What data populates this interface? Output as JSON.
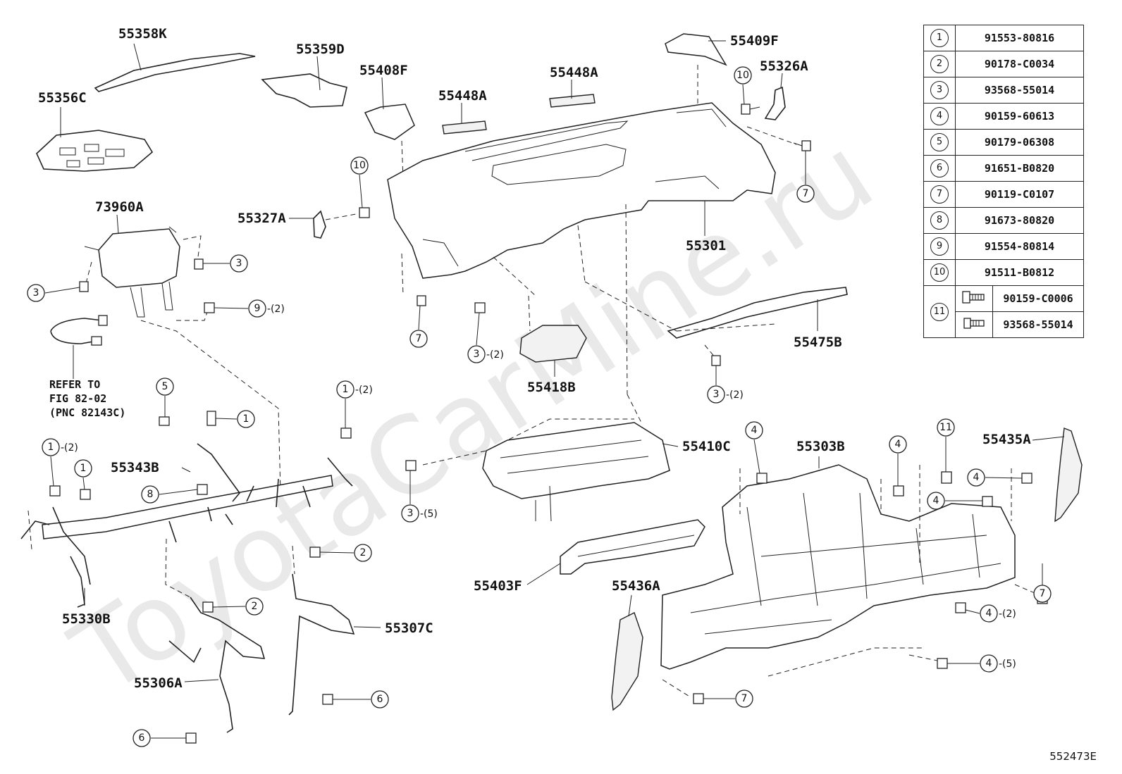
{
  "watermark": "ToyotaCarMine.ru",
  "drawing_number": "552473E",
  "refer_note": [
    "REFER TO",
    "FIG 82-02",
    "(PNC 82143C)"
  ],
  "part_labels": {
    "p55358K": "55358K",
    "p55359D": "55359D",
    "p55356C": "55356C",
    "p55408F": "55408F",
    "p55448A_1": "55448A",
    "p55448A_2": "55448A",
    "p55409F": "55409F",
    "p55326A": "55326A",
    "p73960A": "73960A",
    "p55327A": "55327A",
    "p55301": "55301",
    "p55475B": "55475B",
    "p55418B": "55418B",
    "p55410C": "55410C",
    "p55303B": "55303B",
    "p55435A": "55435A",
    "p55343B": "55343B",
    "p55330B": "55330B",
    "p55403F": "55403F",
    "p55436A": "55436A",
    "p55307C": "55307C",
    "p55306A": "55306A"
  },
  "callouts": {
    "c10a": "10",
    "c7a": "7",
    "c10b": "10",
    "c3a": "3",
    "c3b": "3",
    "c9": "9",
    "q9": "-(2)",
    "c7b": "7",
    "c3c": "3",
    "q3c": "-(2)",
    "c3d": "3",
    "q3d": "-(2)",
    "c5": "5",
    "c1a": "1",
    "c1b": "1",
    "q1b": "-(2)",
    "c1c": "1",
    "q1c": "-(2)",
    "c1d": "1",
    "c8": "8",
    "c3e": "3",
    "q3e": "-(5)",
    "c2a": "2",
    "c2b": "2",
    "c6a": "6",
    "c6b": "6",
    "c4a": "4",
    "c4b": "4",
    "c11": "11",
    "c4c": "4",
    "c4d": "4",
    "c7c": "7",
    "c4e": "4",
    "q4e": "-(2)",
    "c4f": "4",
    "q4f": "-(5)",
    "c7d": "7"
  },
  "legend": [
    {
      "num": "1",
      "part": "91553-80816"
    },
    {
      "num": "2",
      "part": "90178-C0034"
    },
    {
      "num": "3",
      "part": "93568-55014"
    },
    {
      "num": "4",
      "part": "90159-60613"
    },
    {
      "num": "5",
      "part": "90179-06308"
    },
    {
      "num": "6",
      "part": "91651-B0820"
    },
    {
      "num": "7",
      "part": "90119-C0107"
    },
    {
      "num": "8",
      "part": "91673-80820"
    },
    {
      "num": "9",
      "part": "91554-80814"
    },
    {
      "num": "10",
      "part": "91511-B0812"
    }
  ],
  "legend_11": {
    "num": "11",
    "parts": [
      "90159-C0006",
      "93568-55014"
    ],
    "icons": [
      "flange-bolt-icon",
      "bolt-icon"
    ]
  }
}
